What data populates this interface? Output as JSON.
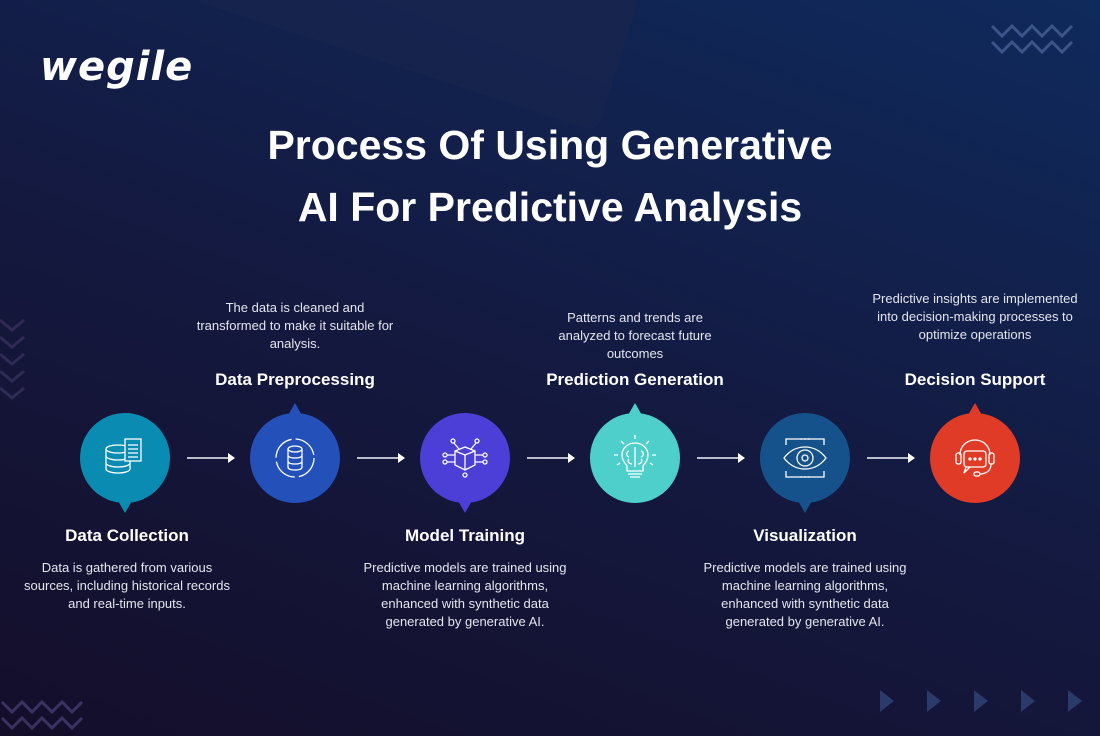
{
  "logo": "wegile",
  "title": {
    "line1": "Process Of Using Generative",
    "line2": "AI For Predictive Analysis"
  },
  "steps": [
    {
      "label": "Data Collection",
      "desc": "Data is gathered from various sources, including historical records and real-time inputs.",
      "color": "#0a8bb1",
      "icon": "database-document-icon"
    },
    {
      "label": "Data Preprocessing",
      "desc": "The data is cleaned and transformed to make it suitable for analysis.",
      "color": "#2450b9",
      "icon": "database-refresh-icon"
    },
    {
      "label": "Model Training",
      "desc": "Predictive models are trained using machine learning algorithms, enhanced with synthetic data generated by generative AI.",
      "color": "#4b3fd8",
      "icon": "network-cube-icon"
    },
    {
      "label": "Prediction Generation",
      "desc": "Patterns and trends are analyzed to forecast future outcomes",
      "color": "#4ecfcb",
      "icon": "brain-bulb-icon"
    },
    {
      "label": "Visualization",
      "desc": "Predictive models are trained using machine learning algorithms, enhanced with synthetic data generated by generative AI.",
      "color": "#15528b",
      "icon": "eye-scan-icon"
    },
    {
      "label": "Decision Support",
      "desc": "Predictive insights are implemented into decision-making processes to optimize operations",
      "color": "#df3b26",
      "icon": "support-headset-icon"
    }
  ]
}
